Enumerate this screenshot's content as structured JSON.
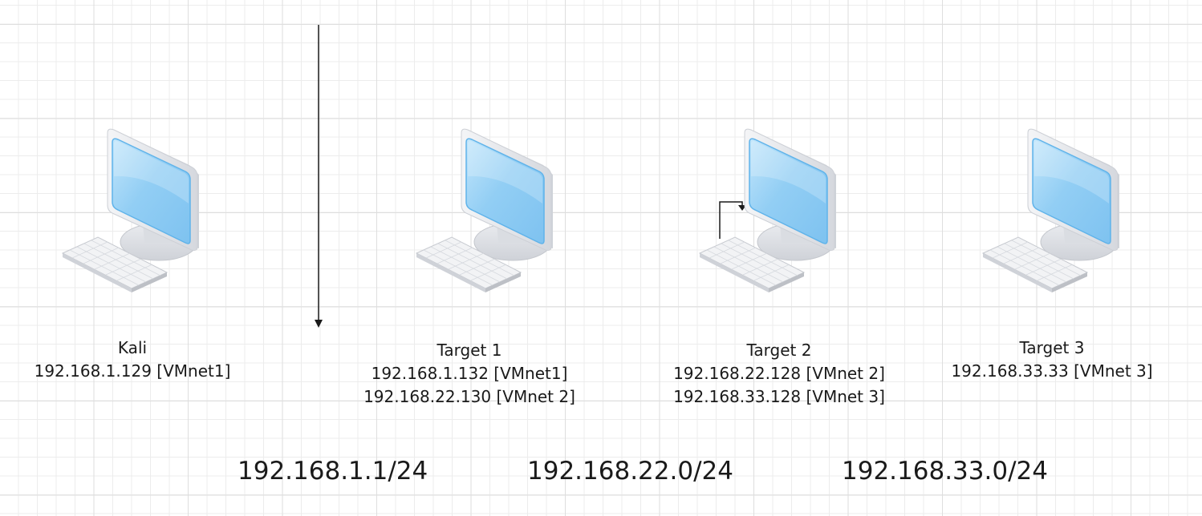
{
  "nodes": [
    {
      "id": "kali",
      "name": "Kali",
      "addresses": [
        "192.168.1.129 [VMnet1]"
      ],
      "icon": "desktop-computer-icon"
    },
    {
      "id": "target1",
      "name": "Target 1",
      "addresses": [
        "192.168.1.132 [VMnet1]",
        "192.168.22.130 [VMnet 2]"
      ],
      "icon": "desktop-computer-icon"
    },
    {
      "id": "target2",
      "name": "Target 2",
      "addresses": [
        "192.168.22.128 [VMnet 2]",
        "192.168.33.128 [VMnet 3]"
      ],
      "icon": "desktop-computer-icon"
    },
    {
      "id": "target3",
      "name": "Target 3",
      "addresses": [
        "192.168.33.33 [VMnet 3]"
      ],
      "icon": "desktop-computer-icon"
    }
  ],
  "subnets": [
    "192.168.1.1/24",
    "192.168.22.0/24",
    "192.168.33.0/24"
  ],
  "colors": {
    "screen_blue": "#8ecdf6",
    "monitor_frame": "#e4e6ea",
    "grid_line": "#e6e6e6",
    "connector": "#1a1a1a"
  }
}
